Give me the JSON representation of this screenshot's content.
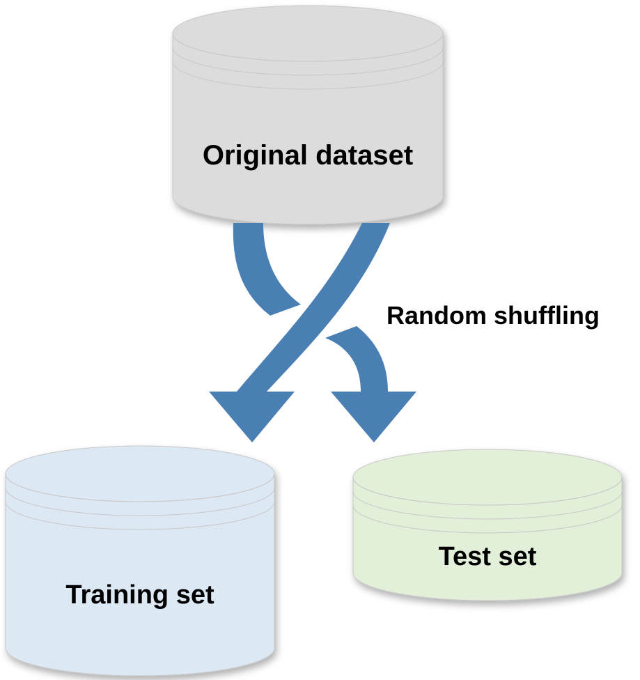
{
  "nodes": {
    "original": {
      "label": "Original dataset",
      "fill": "#dcdcdc"
    },
    "training": {
      "label": "Training set",
      "fill": "#dde8f5"
    },
    "test": {
      "label": "Test set",
      "fill": "#e2efd9"
    }
  },
  "edge_label": "Random shuffling",
  "arrow_color": "#4a7fb3",
  "outline_color": "#c8c8c8"
}
